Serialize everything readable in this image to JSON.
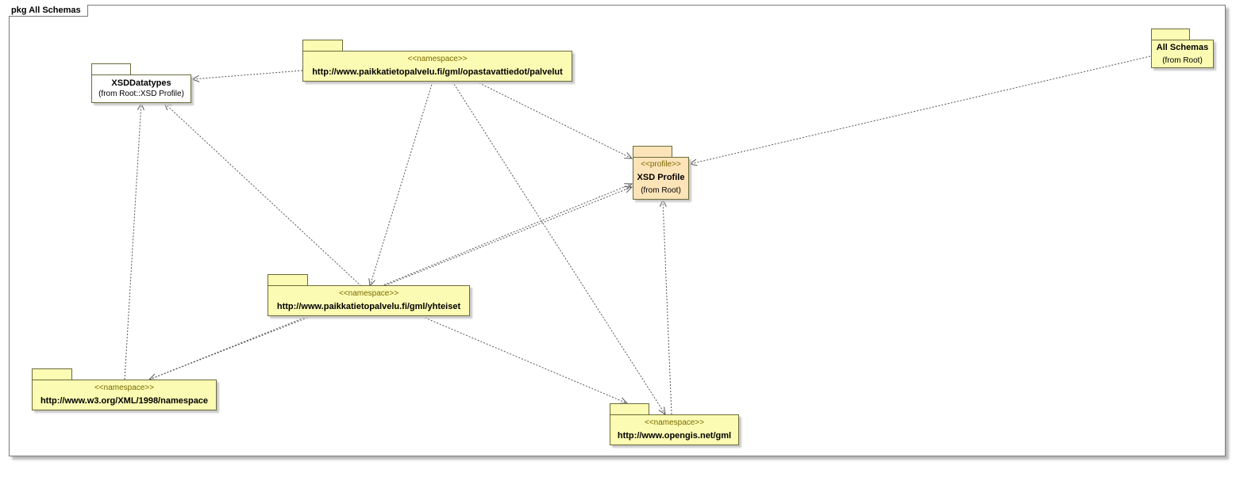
{
  "frame": {
    "label": "pkg All Schemas"
  },
  "packages": {
    "xsd_datatypes": {
      "name": "XSDDatatypes",
      "from": "(from Root::XSD Profile)"
    },
    "palvelut": {
      "stereotype": "<<namespace>>",
      "name": "http://www.paikkatietopalvelu.fi/gml/opastavattiedot/palvelut"
    },
    "all_schemas": {
      "name": "All Schemas",
      "from": "(from Root)"
    },
    "xsd_profile": {
      "stereotype": "<<profile>>",
      "name": "XSD Profile",
      "from": "(from Root)"
    },
    "yhteiset": {
      "stereotype": "<<namespace>>",
      "name": "http://www.paikkatietopalvelu.fi/gml/yhteiset"
    },
    "xml_namespace": {
      "stereotype": "<<namespace>>",
      "name": "http://www.w3.org/XML/1998/namespace"
    },
    "opengis": {
      "stereotype": "<<namespace>>",
      "name": "http://www.opengis.net/gml"
    }
  },
  "colors": {
    "namespace_fill": "#fbfbb3",
    "profile_fill": "#fde3b8",
    "edge": "#555555"
  }
}
